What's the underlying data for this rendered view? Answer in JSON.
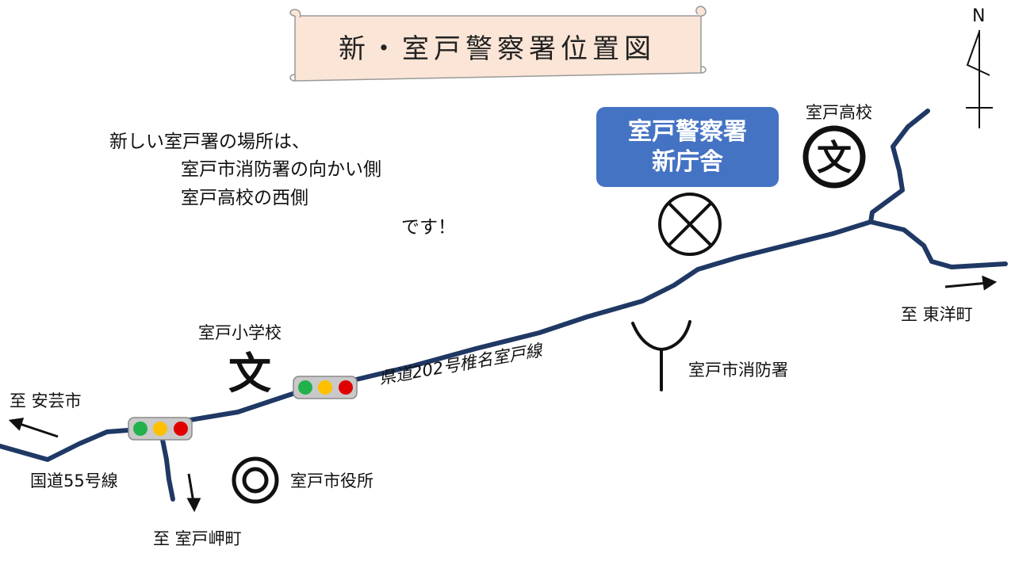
{
  "title": "新・室戸警察署位置図",
  "intro": {
    "line1": "新しい室戸署の場所は、",
    "line2": "室戸市消防署の向かい側",
    "line3": "室戸高校の西側",
    "line4": "です！"
  },
  "station": {
    "line1": "室戸警察署",
    "line2": "新庁舎"
  },
  "landmarks": {
    "muroto_high_school": "室戸高校",
    "muroto_elementary_school": "室戸小学校",
    "fire_station": "室戸市消防署",
    "city_hall": "室戸市役所"
  },
  "school_symbol": "文",
  "roads": {
    "prefectural_road": "県道202号椎名室戸線",
    "national_road": "国道55号線"
  },
  "directions": {
    "to_aki": "至 安芸市",
    "to_toyo": "至 東洋町",
    "to_misaki": "至 室戸岬町"
  },
  "compass": {
    "north": "N"
  },
  "colors": {
    "road": "#1F3864",
    "station_box": "#4573C4",
    "title_scroll": "#FBE5D6",
    "signal_green": "#22B14C",
    "signal_yellow": "#FFC000",
    "signal_red": "#E00000"
  },
  "icons": {
    "police_station": "x-circle-icon",
    "high_school": "school-icon",
    "elementary_school": "school-icon",
    "fire_station": "fire-station-icon",
    "city_hall": "city-hall-icon",
    "traffic_signal": "traffic-light-icon",
    "north_arrow": "north-arrow-icon"
  }
}
